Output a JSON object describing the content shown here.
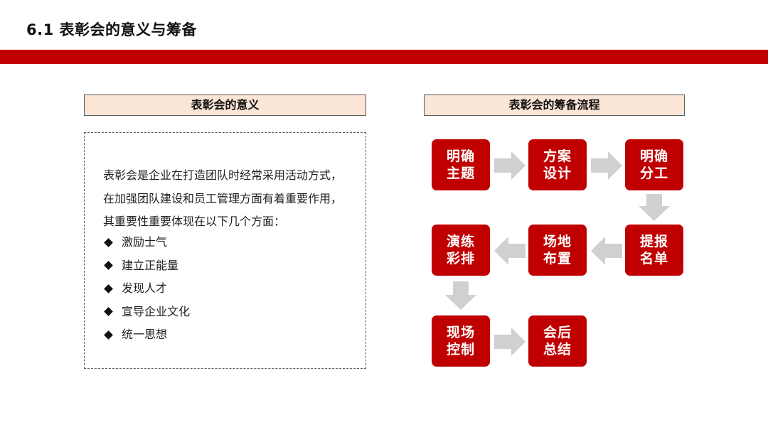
{
  "slide": {
    "title": "6.1 表彰会的意义与筹备",
    "accent_color": "#c00000",
    "header_fill": "#fbe5d6"
  },
  "left": {
    "heading": "表彰会的意义",
    "paragraph": "表彰会是企业在打造团队时经常采用活动方式，在加强团队建设和员工管理方面有着重要作用，其重要性重要体现在以下几个方面：",
    "bullets": [
      "激励士气",
      "建立正能量",
      "发现人才",
      "宣导企业文化",
      "统一思想"
    ]
  },
  "right": {
    "heading": "表彰会的筹备流程",
    "steps": [
      {
        "line1": "明确",
        "line2": "主题"
      },
      {
        "line1": "方案",
        "line2": "设计"
      },
      {
        "line1": "明确",
        "line2": "分工"
      },
      {
        "line1": "提报",
        "line2": "名单"
      },
      {
        "line1": "场地",
        "line2": "布置"
      },
      {
        "line1": "演练",
        "line2": "彩排"
      },
      {
        "line1": "现场",
        "line2": "控制"
      },
      {
        "line1": "会后",
        "line2": "总结"
      }
    ]
  }
}
